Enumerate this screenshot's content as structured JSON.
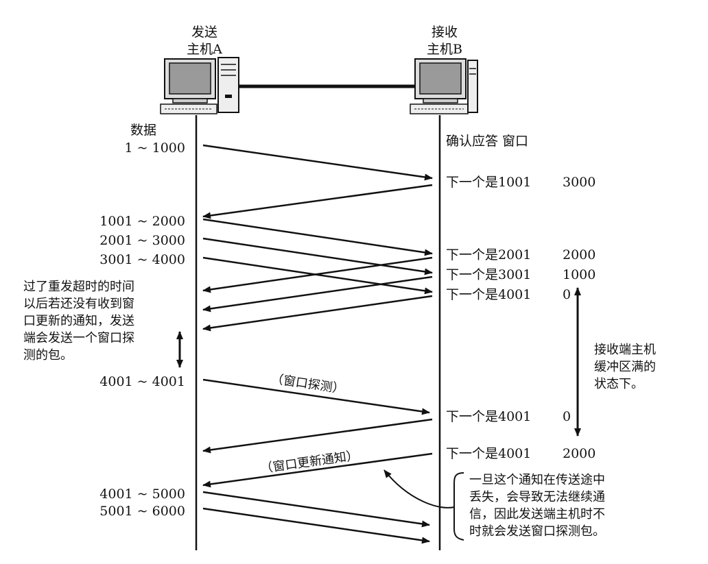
{
  "hosts": {
    "sender": {
      "line1": "发送",
      "line2": "主机A"
    },
    "receiver": {
      "line1": "接收",
      "line2": "主机B"
    }
  },
  "headers": {
    "data": "数据",
    "ack": "确认应答 窗口"
  },
  "segments": [
    "1 ~ 1000",
    "1001 ~ 2000",
    "2001 ~ 3000",
    "3001 ~ 4000",
    "4001 ~ 4001",
    "4001 ~ 5000",
    "5001 ~ 6000"
  ],
  "acks": [
    {
      "text": "下一个是1001",
      "window": "3000"
    },
    {
      "text": "下一个是2001",
      "window": "2000"
    },
    {
      "text": "下一个是3001",
      "window": "1000"
    },
    {
      "text": "下一个是4001",
      "window": "0"
    },
    {
      "text": "下一个是4001",
      "window": "0"
    },
    {
      "text": "下一个是4001",
      "window": "2000"
    }
  ],
  "labels": {
    "probe": "（窗口探测）",
    "update": "（窗口更新通知）"
  },
  "notes": {
    "timeout": [
      "过了重发超时的时间",
      "以后若还没有收到窗",
      "口更新的通知，发送",
      "端会发送一个窗口探",
      "测的包。"
    ],
    "buffer": [
      "接收端主机",
      "缓冲区满的",
      "状态下。"
    ],
    "lost": [
      "一旦这个通知在传送途中",
      "丢失，会导致无法继续通",
      "信，因此发送端主机时不",
      "时就会发送窗口探测包。"
    ]
  }
}
